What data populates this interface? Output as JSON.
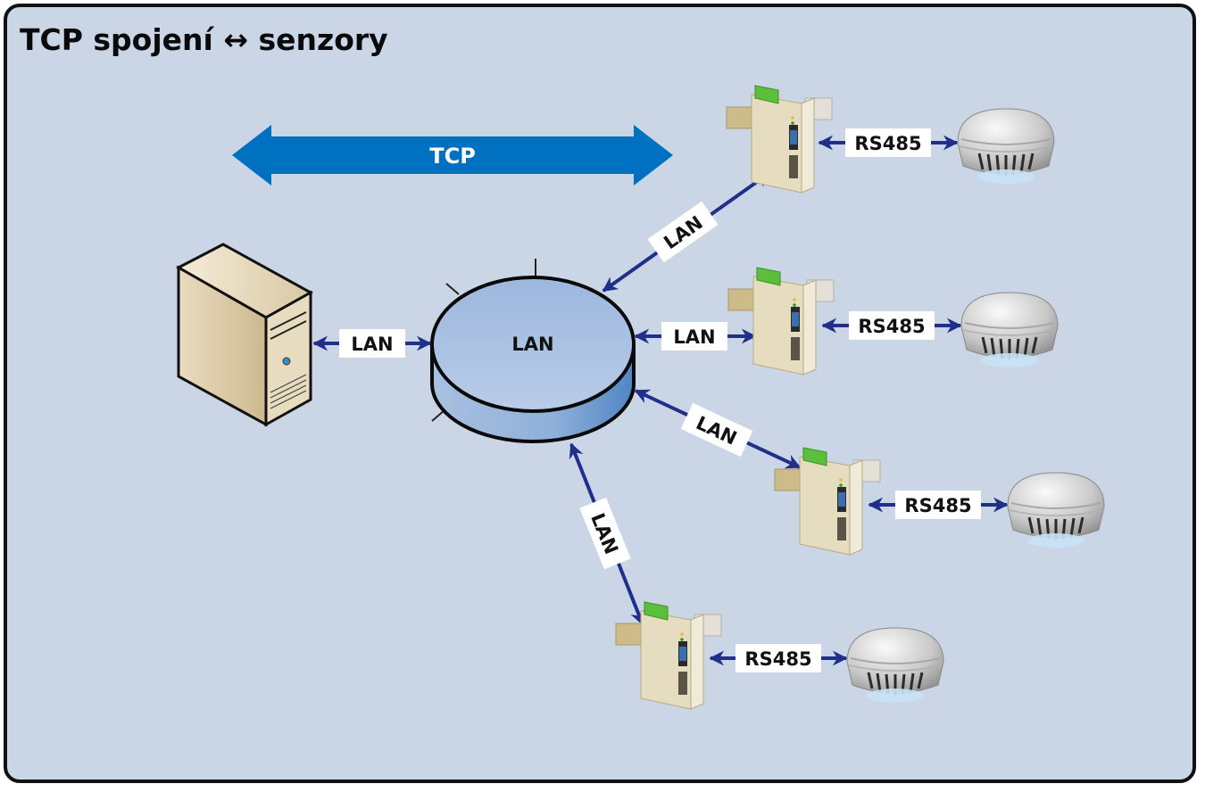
{
  "title": "TCP spojení ↔ senzory",
  "tcp_arrow": {
    "label": "TCP",
    "color": "#0070c0"
  },
  "hub": {
    "label": "LAN"
  },
  "server": {
    "name": "server"
  },
  "links": {
    "server_hub": "LAN",
    "hub_conv1": "LAN",
    "hub_conv2": "LAN",
    "hub_conv3": "LAN",
    "hub_conv4": "LAN",
    "conv1_sensor1": "RS485",
    "conv2_sensor2": "RS485",
    "conv3_sensor3": "RS485",
    "conv4_sensor4": "RS485"
  },
  "colors": {
    "arrow": "#1f2f8a",
    "background": "#cad6e5"
  }
}
